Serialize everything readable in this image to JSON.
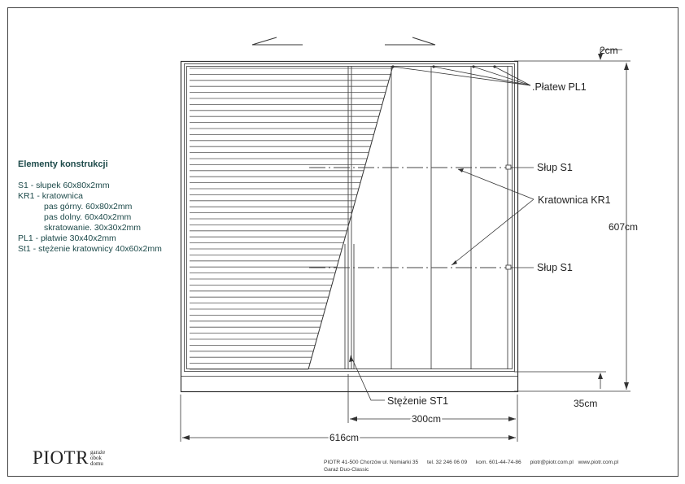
{
  "drawing": {
    "labels": {
      "platew": ".Płatew PL1",
      "slup_upper": "Słup S1",
      "kratownica": "Kratownica KR1",
      "slup_lower": "Słup S1",
      "stezenie": "Stężenie ST1"
    },
    "dimensions": {
      "top_gap": "2cm",
      "height": "607cm",
      "bottom_gap": "35cm",
      "inner_width": "300cm",
      "total_width": "616cm"
    }
  },
  "legend": {
    "title": "Elementy konstrukcji",
    "items": [
      "S1 - słupek 60x80x2mm",
      "KR1 - kratownica",
      "pas górny. 60x80x2mm",
      "pas dolny. 60x40x2mm",
      "skratowanie. 30x30x2mm",
      "PL1 - płatwie 30x40x2mm",
      "St1 - stężenie kratownicy 40x60x2mm"
    ]
  },
  "logo": {
    "word": "PIOTR",
    "subtitle": [
      "garaże",
      "obok",
      "domu"
    ]
  },
  "footer": {
    "address": "PIOTR 41-500 Chorzów ul. Nomiarki 35",
    "tel": "tel. 32 246 06 09",
    "kom": "kom. 601-44-74-86",
    "email": "piotr@piotr.com.pl",
    "www": "www.piotr.com.pl",
    "model": "Garaż Duo-Classic"
  }
}
